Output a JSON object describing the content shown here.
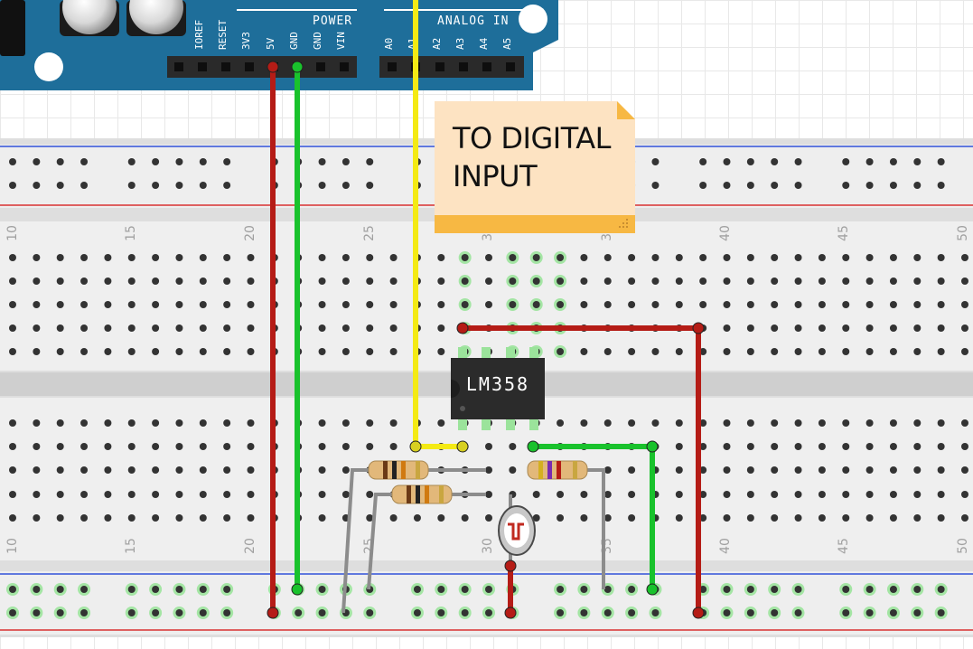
{
  "arduino": {
    "power_header_title": "POWER",
    "analog_header_title": "ANALOG IN",
    "power_pins": [
      "IOREF",
      "RESET",
      "3V3",
      "5V",
      "GND",
      "GND",
      "VIN"
    ],
    "analog_pins": [
      "A0",
      "A1",
      "A2",
      "A3",
      "A4",
      "A5"
    ]
  },
  "breadboard": {
    "column_numbers": [
      "10",
      "15",
      "20",
      "25",
      "30",
      "35",
      "40",
      "45",
      "50"
    ]
  },
  "chip": {
    "label": "LM358"
  },
  "note": {
    "line1": "TO DIGITAL",
    "line2": "INPUT"
  },
  "colors": {
    "board_blue": "#1e6e9a",
    "wire_red": "#b51c16",
    "wire_green": "#19c22c",
    "wire_yellow": "#f4ea14",
    "wire_gray": "#8c8c8c",
    "note_fill": "#fde3c2",
    "note_footer": "#f7b843",
    "rail_blue_line": "#3050d8",
    "rail_red_line": "#d83030"
  }
}
